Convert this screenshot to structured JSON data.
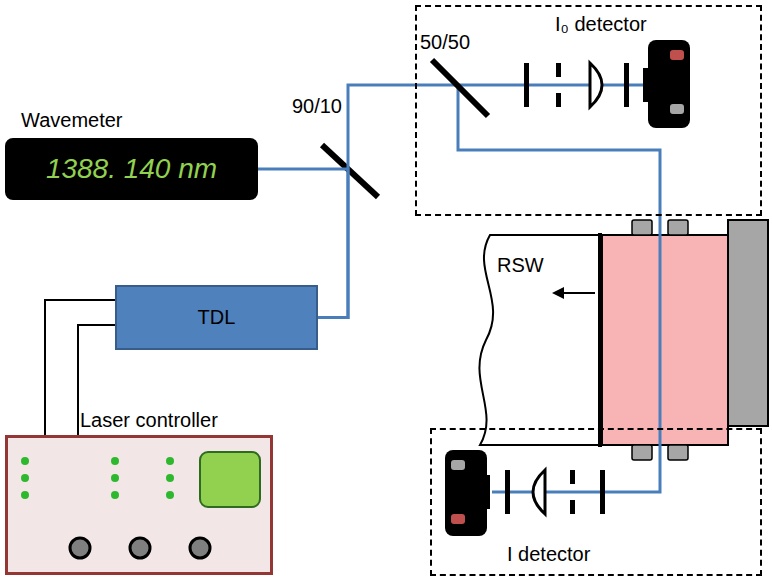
{
  "diagram": {
    "nodes": [
      {
        "text": [
          "Wavemeter",
          "1388. 140 nm"
        ]
      },
      {
        "text": [
          "I₀ detector"
        ]
      },
      {
        "text": [
          "TDL"
        ]
      },
      {
        "text": [
          "Laser controller"
        ]
      },
      {
        "text": [
          "I detector"
        ]
      }
    ],
    "edges": [
      {
        "from": 2,
        "to": 0,
        "arrow": "none"
      },
      {
        "from": 2,
        "to": 1,
        "arrow": "none"
      },
      {
        "from": 1,
        "to": 4,
        "arrow": "none"
      },
      {
        "from": 3,
        "to": 2,
        "arrow": "none"
      },
      {
        "from": 3,
        "to": 2,
        "arrow": "none"
      }
    ],
    "labels": [
      "90/10",
      "50/50",
      "RSW"
    ]
  }
}
